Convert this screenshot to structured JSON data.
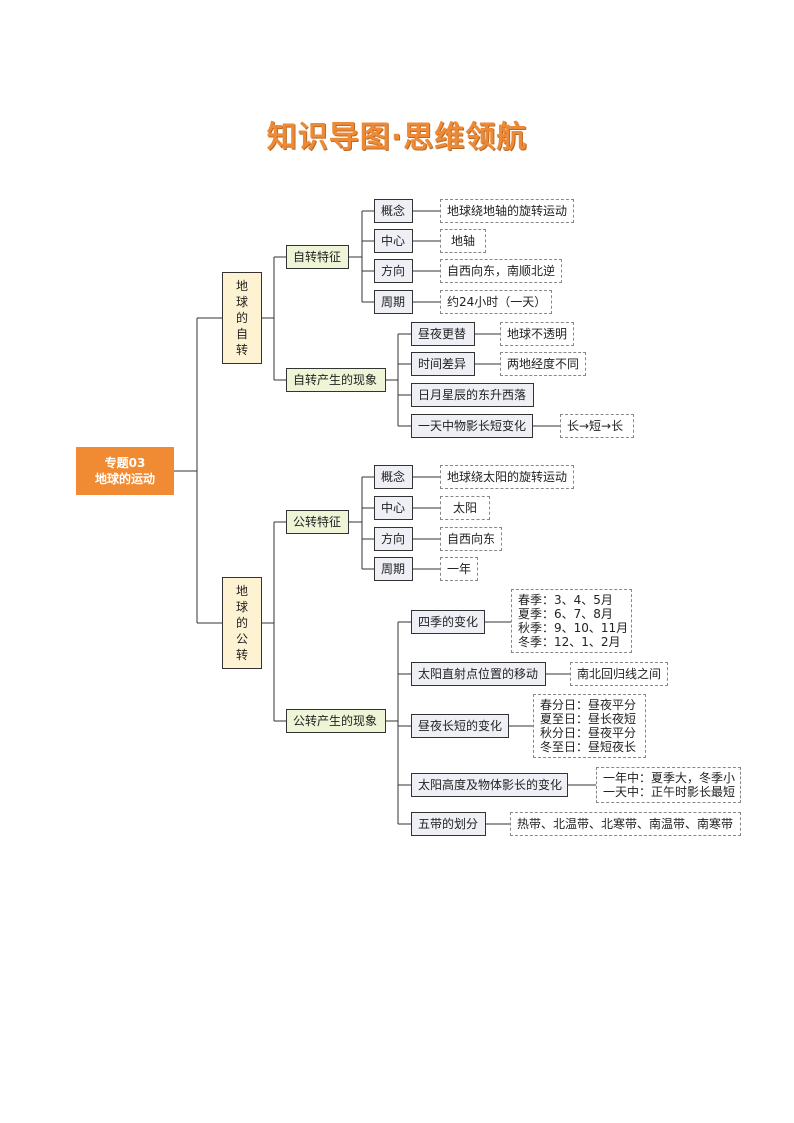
{
  "title": "知识导图·思维领航",
  "root": "专题03\n地球的运动",
  "rotation": {
    "label": "地\n球\n的\n自\n转",
    "features": {
      "label": "自转特征",
      "items": [
        {
          "label": "概念",
          "detail": "地球绕地轴的旋转运动"
        },
        {
          "label": "中心",
          "detail": "地轴"
        },
        {
          "label": "方向",
          "detail": "自西向东，南顺北逆"
        },
        {
          "label": "周期",
          "detail": "约24小时（一天）"
        }
      ]
    },
    "phenomena": {
      "label": "自转产生的现象",
      "items": [
        {
          "label": "昼夜更替",
          "detail": "地球不透明"
        },
        {
          "label": "时间差异",
          "detail": "两地经度不同"
        },
        {
          "label": "日月星辰的东升西落",
          "detail": ""
        },
        {
          "label": "一天中物影长短变化",
          "detail": "长→短→长"
        }
      ]
    }
  },
  "revolution": {
    "label": "地\n球\n的\n公\n转",
    "features": {
      "label": "公转特征",
      "items": [
        {
          "label": "概念",
          "detail": "地球绕太阳的旋转运动"
        },
        {
          "label": "中心",
          "detail": "太阳"
        },
        {
          "label": "方向",
          "detail": "自西向东"
        },
        {
          "label": "周期",
          "detail": "一年"
        }
      ]
    },
    "phenomena": {
      "label": "公转产生的现象",
      "items": [
        {
          "label": "四季的变化",
          "detail": "春季：3、4、5月\n夏季：6、7、8月\n秋季：9、10、11月\n冬季：12、1、2月"
        },
        {
          "label": "太阳直射点位置的移动",
          "detail": "南北回归线之间"
        },
        {
          "label": "昼夜长短的变化",
          "detail": "春分日：昼夜平分\n夏至日：昼长夜短\n秋分日：昼夜平分\n冬至日：昼短夜长"
        },
        {
          "label": "太阳高度及物体影长的变化",
          "detail": "一年中：夏季大，冬季小\n一天中：正午时影长最短"
        },
        {
          "label": "五带的划分",
          "detail": "热带、北温带、北寒带、南温带、南寒带"
        }
      ]
    }
  }
}
